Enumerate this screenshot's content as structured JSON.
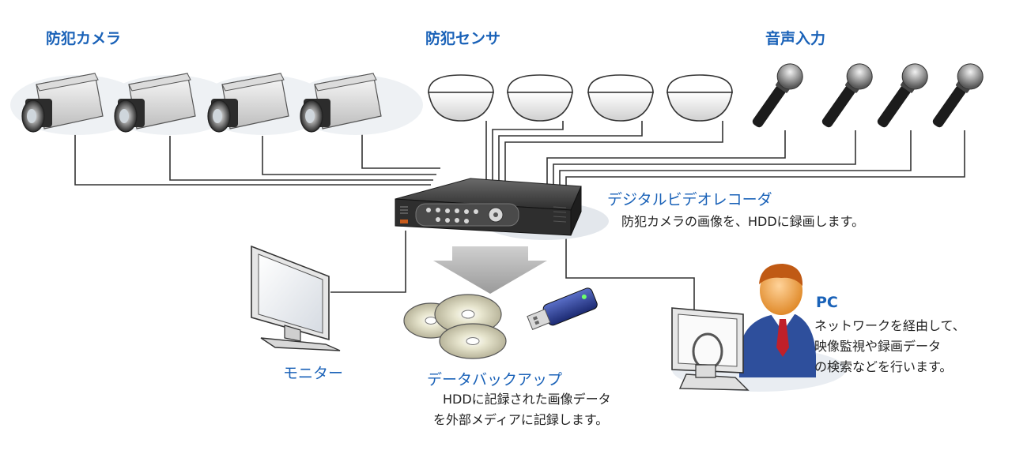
{
  "groups": {
    "cameras": "防犯カメラ",
    "sensors": "防犯センサ",
    "audio": "音声入力"
  },
  "dvr": {
    "title": "デジタルビデオレコーダ",
    "desc": "防犯カメラの画像を、HDDに録画します。"
  },
  "monitor": {
    "title": "モニター"
  },
  "backup": {
    "title": "データバックアップ",
    "desc_line1": "HDDに記録された画像データ",
    "desc_line2": "を外部メディアに記録します。"
  },
  "pc": {
    "title": "PC",
    "desc_line1": "ネットワークを経由して、",
    "desc_line2": "映像監視や録画データ",
    "desc_line3": "の検索などを行います。"
  },
  "colors": {
    "label_blue": "#1a62b8",
    "wire": "#333333",
    "arrow_gray": "#a8a8a8",
    "dvr_body": "#3a3a3a",
    "person_suit": "#2e4f9c",
    "tie": "#c0202a"
  },
  "icons": [
    "camera-icon",
    "dome-sensor-icon",
    "microphone-icon",
    "dvr-icon",
    "monitor-icon",
    "disc-icon",
    "usb-drive-icon",
    "pc-user-icon",
    "down-arrow-icon"
  ]
}
